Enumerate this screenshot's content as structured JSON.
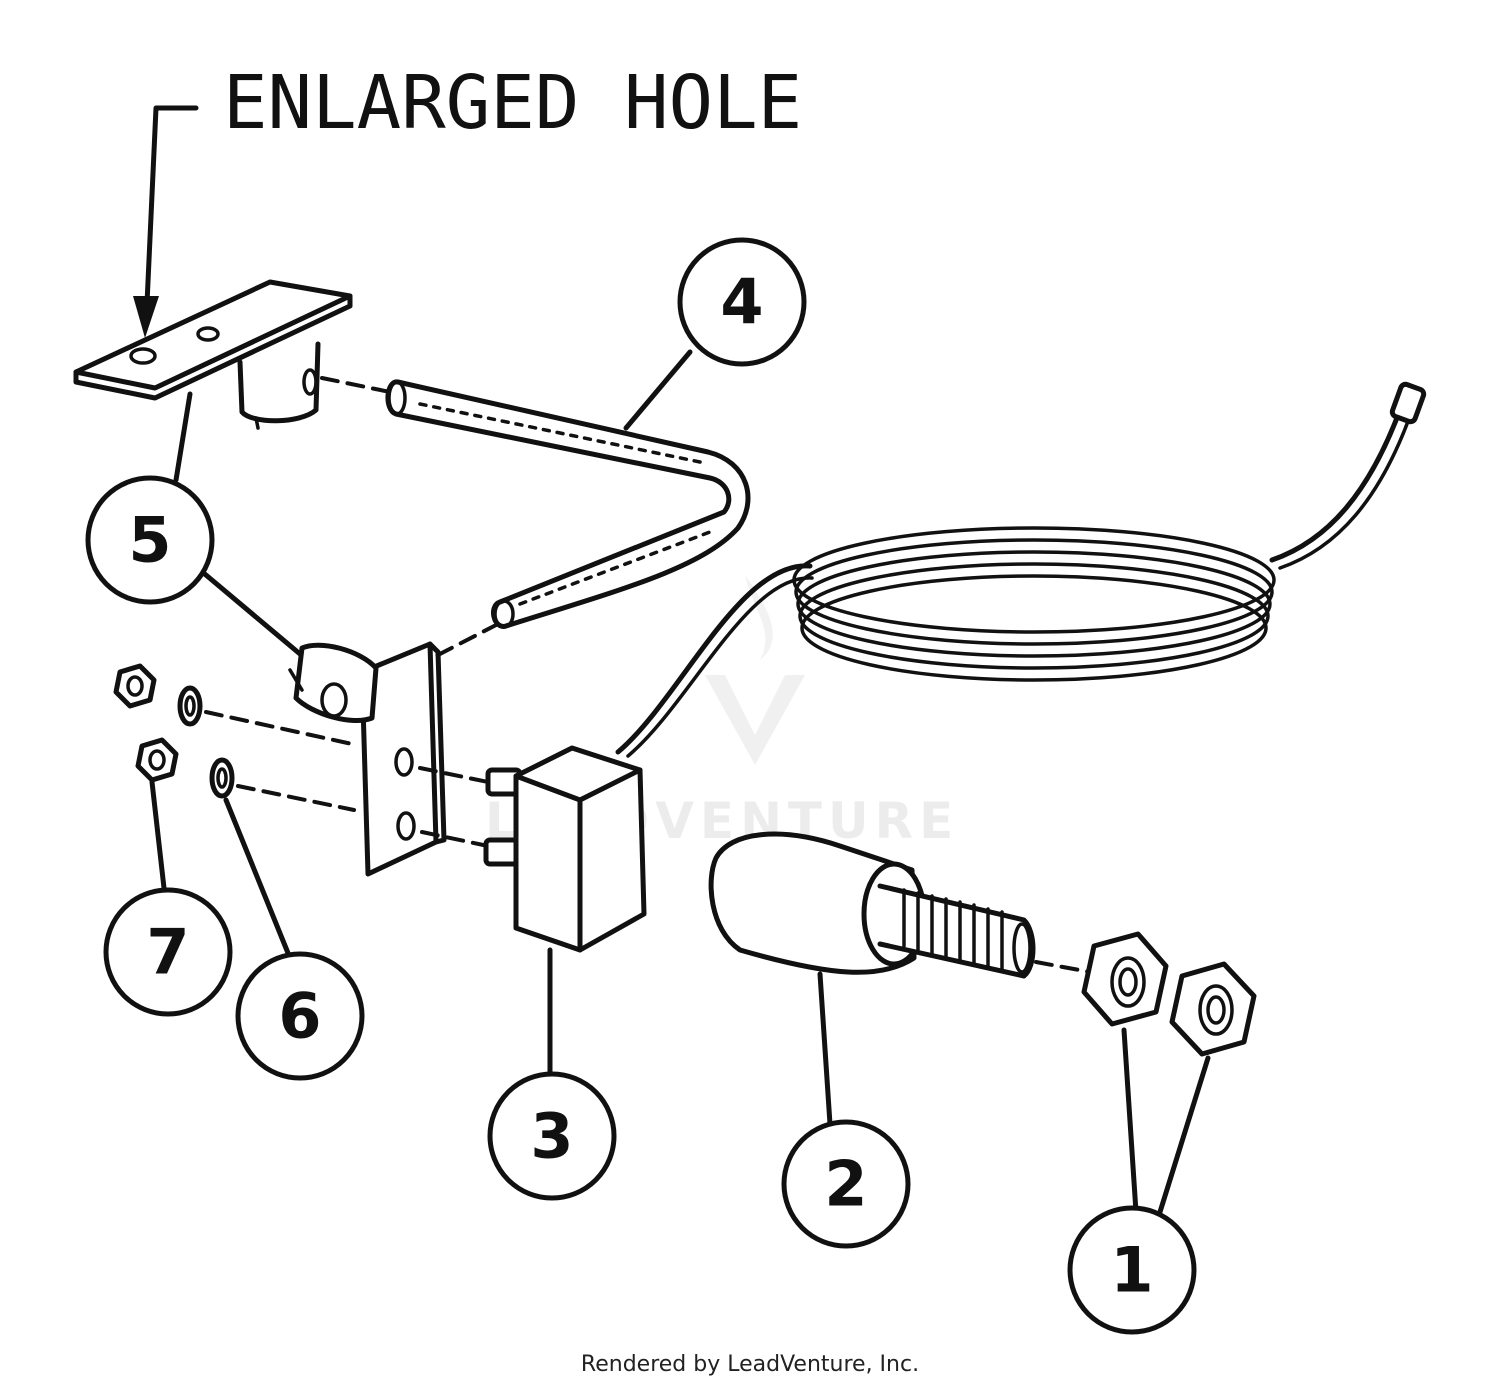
{
  "annotation": {
    "label": "ENLARGED HOLE"
  },
  "callouts": [
    {
      "id": "1",
      "part": "hex-nuts"
    },
    {
      "id": "2",
      "part": "sleeve"
    },
    {
      "id": "3",
      "part": "switch"
    },
    {
      "id": "4",
      "part": "rod"
    },
    {
      "id": "5",
      "part": "bracket"
    },
    {
      "id": "6",
      "part": "lock-washer"
    },
    {
      "id": "7",
      "part": "nut"
    }
  ],
  "watermark": {
    "text": "LEADVENTURE"
  },
  "footer": {
    "credit": "Rendered by LeadVenture, Inc."
  }
}
